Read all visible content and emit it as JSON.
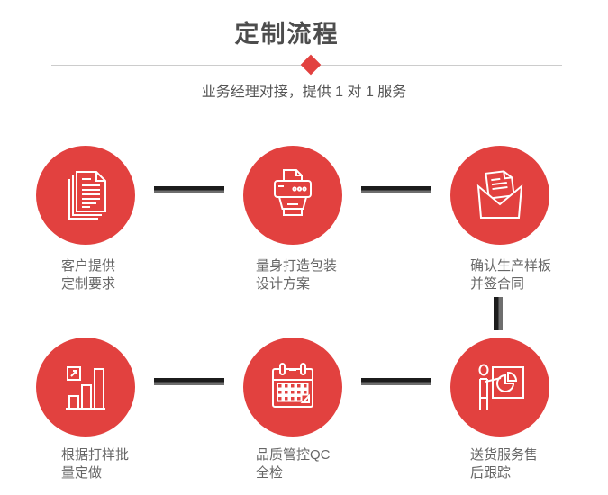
{
  "page": {
    "title": "定制流程",
    "subtitle": "业务经理对接，提供 1 对 1 服务"
  },
  "steps": [
    {
      "id": "customer-requirements",
      "icon": "documents-icon",
      "lines": [
        "客户提供",
        "定制要求"
      ]
    },
    {
      "id": "packaging-design",
      "icon": "printer-icon",
      "lines": [
        "量身打造包装",
        "设计方案"
      ]
    },
    {
      "id": "confirm-sample",
      "icon": "envelope-letter-icon",
      "lines": [
        "确认生产样板",
        "并签合同"
      ]
    },
    {
      "id": "batch-production",
      "icon": "growth-chart-icon",
      "lines": [
        "根据打样批",
        "量定做"
      ]
    },
    {
      "id": "quality-control",
      "icon": "calendar-icon",
      "lines": [
        "品质管控QC",
        "全检"
      ]
    },
    {
      "id": "delivery-tracking",
      "icon": "presentation-icon",
      "lines": [
        "送货服务售",
        "后跟踪"
      ]
    }
  ],
  "colors": {
    "accent_red": "#e2413f",
    "title_gray": "#4d4d4d",
    "subtitle_gray": "#555555",
    "label_gray": "#666666",
    "divider_gray": "#cccccc",
    "connector_dark": "#1c1c1c",
    "connector_light": "#6e6e6e"
  }
}
